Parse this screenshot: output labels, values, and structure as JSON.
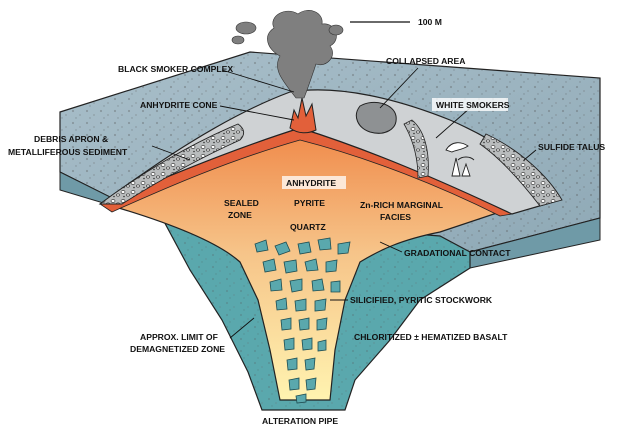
{
  "scale_bar": {
    "label": "100 M"
  },
  "labels": {
    "black_smoker_complex": "BLACK SMOKER COMPLEX",
    "collapsed_area": "COLLAPSED AREA",
    "anhydrite_cone": "ANHYDRITE CONE",
    "white_smokers": "WHITE SMOKERS",
    "debris_apron_line1": "DEBRIS APRON &",
    "debris_apron_line2": "METALLIFEROUS SEDIMENT",
    "sulfide_talus": "SULFIDE TALUS",
    "anhydrite": "ANHYDRITE",
    "sealed_zone_line1": "SEALED",
    "sealed_zone_line2": "ZONE",
    "pyrite": "PYRITE",
    "zn_rich_line1": "Zn-RICH MARGINAL",
    "zn_rich_line2": "FACIES",
    "quartz": "QUARTZ",
    "gradational_contact": "GRADATIONAL CONTACT",
    "silicified_stockwork": "SILICIFIED, PYRITIC STOCKWORK",
    "approx_limit_line1": "APPROX. LIMIT OF",
    "approx_limit_line2": "DEMAGNETIZED ZONE",
    "chloritized_basalt": "CHLORITIZED ± HEMATIZED BASALT",
    "alteration_pipe": "ALTERATION PIPE"
  },
  "colors": {
    "seafloor_top": "#9fb6c2",
    "seafloor_side": "#6d9aa8",
    "basalt_teal": "#5aa8ad",
    "mound_grey": "#cfd2d4",
    "sulfide_red": "#e2603a",
    "core_orange": "#f0a25e",
    "pale_yellow": "#fff3b0",
    "smoke": "#7f7f7f"
  }
}
